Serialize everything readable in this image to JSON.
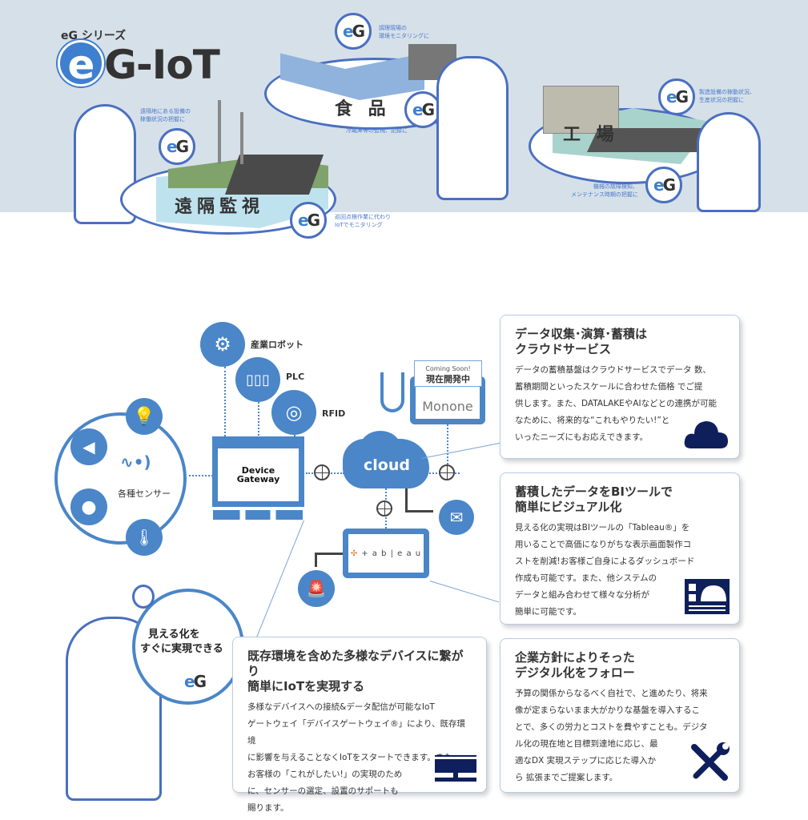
{
  "header": {
    "series_label": "eG シリーズ",
    "logo_e": "e",
    "logo_rest": "G-IoT"
  },
  "scenes": {
    "remote": {
      "label": "遠隔監視",
      "note1": "遠隔地にある設備の\n稼働状況の把握に",
      "note2": "巡回点検作業に代わり\nIoTでモニタリング"
    },
    "food": {
      "label": "食 品",
      "note1": "調理現場の\n環境モニタリングに",
      "note2": "冷蔵庫等の監視、記録に"
    },
    "factory": {
      "label": "工 場",
      "note1": "製造設備の稼動状況、\n生産状況の把握に",
      "note2": "機械の故障検知、\nメンテナンス時期の把握に"
    }
  },
  "eg_badge": {
    "e": "e",
    "g": "G"
  },
  "diagram": {
    "robot": "産業ロボット",
    "plc": "PLC",
    "rfid": "RFID",
    "sensors": "各種センサー",
    "gateway_line1": "Device",
    "gateway_line2": "Gateway",
    "cloud": "cloud",
    "coming_soon": "Coming Soon!",
    "in_dev": "現在開発中",
    "monone": "Monone",
    "tableau": "+ a b | e a u",
    "speech_line1": "見える化を",
    "speech_line2": "すぐに実現できる"
  },
  "cards": [
    {
      "title": "データ収集･演算･蓄積は\nクラウドサービス",
      "body": "データの蓄積基盤はクラウドサービスでデータ 数、\n蓄積期間といったスケールに合わせた価格 でご提\n供します。また、DATALAKEやAIなどとの連携が可能\nなために、将来的な“これもやりたい!”と\nいったニーズにもお応えできます。",
      "icon": "cloud-icon"
    },
    {
      "title": "蓄積したデータをBIツールで\n簡単にビジュアル化",
      "body": "見える化の実現はBIツールの「Tableau®」を\n用いることで高価になりがちな表示画面製作コ\nストを削減!お客様ご自身によるダッシュボード\n作成も可能です。また、他システムの\nデータと組み合わせて様々な分析が\n簡単に可能です。",
      "icon": "dashboard-icon"
    },
    {
      "title": "既存環境を含めた多様なデバイスに繋がり\n簡単にIoTを実現する",
      "body": "多様なデバイスへの接続&データ配信が可能なIoT\nゲートウェイ「デバイスゲートウェイ®」により、既存環境\nに影響を与えることなくIoTをスタートできます。また、\nお客様の「これがしたい!」の実現のため\nに、センサーの選定、設置のサポートも\n賜ります。",
      "icon": "network-device-icon"
    },
    {
      "title": "企業方針によりそった\nデジタル化をフォロー",
      "body": "予算の関係からなるべく自社で、と進めたり、将来\n像が定まらないまま大がかりな基盤を導入するこ\nとで、多くの労力とコストを費やすことも。デジタ\nル化の現在地と目標到達地に応じ、最\n適なDX 実現ステップに応じた導入か\nら 拡張までご提案します。",
      "icon": "tools-icon"
    }
  ],
  "colors": {
    "accent": "#4a86c8",
    "navy": "#0f1f5c",
    "banner": "#d6e0e9"
  }
}
